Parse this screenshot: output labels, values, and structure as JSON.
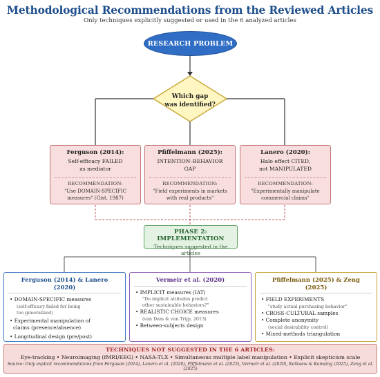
{
  "header": {
    "title": "Methodological Recommendations from the Reviewed Articles",
    "subtitle": "Only techniques explicitly suggested or used in the 6 analyzed articles"
  },
  "start_node": {
    "label": "RESEARCH PROBLEM"
  },
  "decision": {
    "line1": "Which gap",
    "line2": "was identified?"
  },
  "problems": [
    {
      "title": "Ferguson (2014):",
      "line1": "Self-efficacy FAILED",
      "line2": "as mediator",
      "rec_label": "RECOMMENDATION:",
      "quote1": "\"Use DOMAIN-SPECIFIC",
      "quote2": "measures\" (Gist, 1987)"
    },
    {
      "title": "Pfiffelmann (2025):",
      "line1": "INTENTION–BEHAVIOR",
      "line2": "GAP",
      "rec_label": "RECOMMENDATION:",
      "quote1": "\"Field experiments in markets",
      "quote2": "with real products\""
    },
    {
      "title": "Lanero (2020):",
      "line1": "Halo effect CITED,",
      "line2": "not MANIPULATED",
      "rec_label": "RECOMMENDATION:",
      "quote1": "\"Experimentally manipulate",
      "quote2": "commercial claims\""
    }
  ],
  "phase": {
    "title": "PHASE 2: IMPLEMENTATION",
    "subtitle": "Techniques suggested in the articles"
  },
  "techniques": [
    {
      "title": "Ferguson (2014) & Lanero (2020)",
      "items": [
        {
          "text": "• DOMAIN-SPECIFIC measures",
          "note1": "(self-efficacy failed for being",
          "note2": "too generalized)"
        },
        {
          "text": "• Experimental manipulation of",
          "text2": "claims (presence/absence)"
        },
        {
          "text": "• Longitudinal design (pre/post)"
        }
      ]
    },
    {
      "title": "Vermeir et al. (2020)",
      "items": [
        {
          "text": "• IMPLICIT measures (IAT)",
          "note1": "\"Do implicit attitudes predict",
          "note2": "other sustainable behaviors?\""
        },
        {
          "text": "• REALISTIC CHOICE measures",
          "note1": "(van Dam & van Trijp, 2013)"
        },
        {
          "text": "• Between-subjects design"
        }
      ]
    },
    {
      "title": "Pfiffelmann (2025) & Zeng (2025)",
      "items": [
        {
          "text": "• FIELD EXPERIMENTS",
          "note1": "\"study actual purchasing behavior\""
        },
        {
          "text": "• CROSS-CULTURAL samples"
        },
        {
          "text": "• Complete anonymity",
          "note1": "(social desirability control)"
        },
        {
          "text": "• Mixed-methods triangulation"
        }
      ]
    }
  ],
  "not_suggested": {
    "title": "TECHNIQUES NOT SUGGESTED IN THE 6 ARTICLES:",
    "list": "Eye-tracking • Neuroimaging (fMRI/EEG) • NASA-TLX • Simultaneous multiple label manipulation • Explicit skepticism scale",
    "source": "Source: Only explicit recommendations from Ferguson (2014), Lanero et al. (2020), Pfiffelmann et al. (2025), Vermeir et al. (2020), Ketkaew & Komsing (2025), Zeng et al. (2025)"
  },
  "colors": {
    "title": "#1e4f8c",
    "start_fill": "#2f6ec4",
    "decision_fill": "#fff6c2",
    "decision_stroke": "#c9a93a",
    "problem_fill": "#f8dede",
    "problem_stroke": "#c47575",
    "phase_fill": "#e3f2e3",
    "phase_stroke": "#5da25d",
    "blue": "#3c74c0",
    "purple": "#8a5bb5",
    "gold": "#c7a332"
  }
}
